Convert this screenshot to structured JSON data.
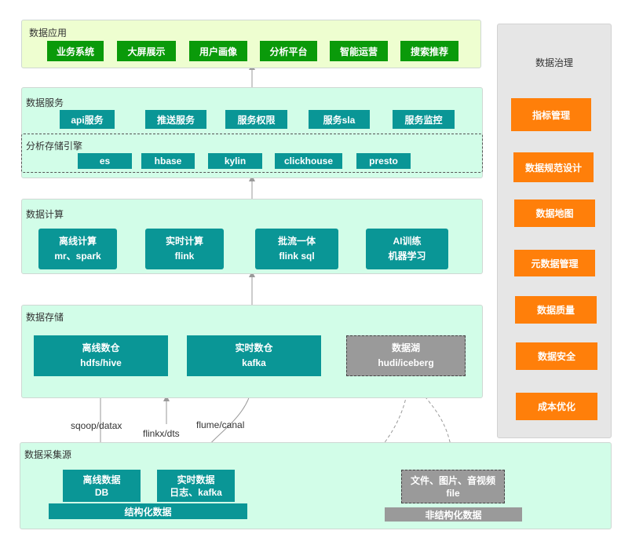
{
  "application": {
    "title": "数据应用",
    "items": [
      "业务系统",
      "大屏展示",
      "用户画像",
      "分析平台",
      "智能运营",
      "搜索推荐"
    ]
  },
  "service": {
    "title": "数据服务",
    "items": [
      "api服务",
      "推送服务",
      "服务权限",
      "服务sla",
      "服务监控"
    ],
    "engine_title": "分析存储引擎",
    "engines": [
      "es",
      "hbase",
      "kylin",
      "clickhouse",
      "presto"
    ]
  },
  "compute": {
    "title": "数据计算",
    "items": [
      {
        "name": "离线计算",
        "detail": "mr、spark"
      },
      {
        "name": "实时计算",
        "detail": "flink"
      },
      {
        "name": "批流一体",
        "detail": "flink sql"
      },
      {
        "name": "AI训练",
        "detail": "机器学习"
      }
    ]
  },
  "storage": {
    "title": "数据存储",
    "items": [
      {
        "name": "离线数仓",
        "detail": "hdfs/hive"
      },
      {
        "name": "实时数仓",
        "detail": "kafka"
      },
      {
        "name": "数据湖",
        "detail": "hudi/iceberg"
      }
    ]
  },
  "edges": {
    "sqoop": "sqoop/datax",
    "flinkx": "flinkx/dts",
    "flume": "flume/canal"
  },
  "collection": {
    "title": "数据采集源",
    "offline": {
      "name": "离线数据",
      "detail": "DB"
    },
    "realtime": {
      "name": "实时数据",
      "detail": "日志、kafka"
    },
    "structured": "结构化数据",
    "files": {
      "name": "文件、图片、音视频",
      "detail": "file"
    },
    "unstructured": "非结构化数据"
  },
  "governance": {
    "title": "数据治理",
    "items": [
      "指标管理",
      "数据规范设计",
      "数据地图",
      "元数据管理",
      "数据质量",
      "数据安全",
      "成本优化"
    ]
  },
  "colors": {
    "app_bg": "#eefed0",
    "layer_bg": "#d2fde8",
    "governance_bg": "#e6e6e6",
    "green_box": "#0a9a0a",
    "teal_box": "#0a9696",
    "gray_box": "#9a9a9a",
    "orange_box": "#ff7f0a"
  }
}
